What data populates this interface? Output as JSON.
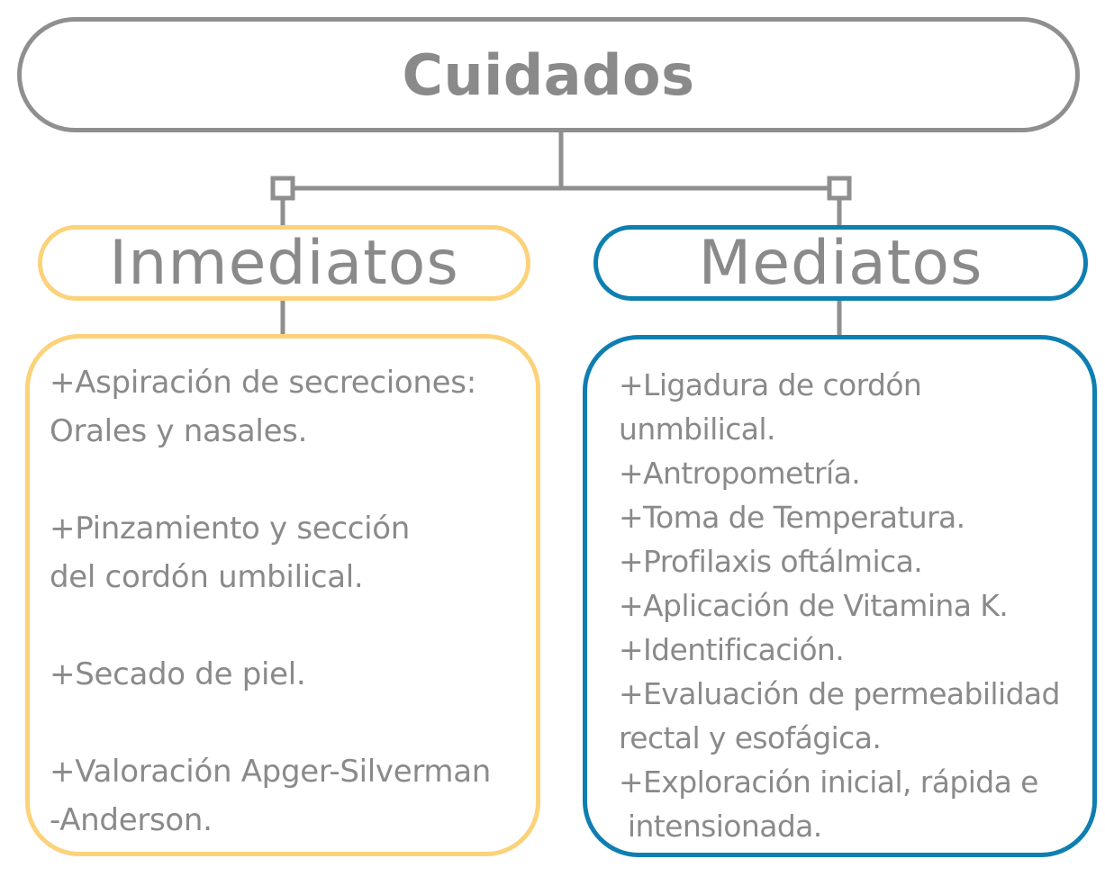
{
  "root": {
    "title": "Cuidados"
  },
  "left": {
    "header": "Inmediatos",
    "items": [
      {
        "lines": [
          "+Aspiración de secreciones:",
          "Orales y nasales."
        ]
      },
      {
        "lines": [
          "+Pinzamiento y sección",
          "del cordón umbilical."
        ]
      },
      {
        "lines": [
          "+Secado de piel."
        ]
      },
      {
        "lines": [
          "+Valoración Apger-Silverman",
          "-Anderson."
        ]
      }
    ]
  },
  "right": {
    "header": "Mediatos",
    "items": [
      {
        "lines": [
          "+Ligadura de cordón",
          "unmbilical."
        ]
      },
      {
        "lines": [
          "+Antropometría."
        ]
      },
      {
        "lines": [
          "+Toma de Temperatura."
        ]
      },
      {
        "lines": [
          "+Profilaxis oftálmica."
        ]
      },
      {
        "lines": [
          "+Aplicación de Vitamina K."
        ]
      },
      {
        "lines": [
          "+Identificación."
        ]
      },
      {
        "lines": [
          "+Evaluación de permeabilidad",
          "rectal y esofágica."
        ]
      },
      {
        "lines": [
          "+Exploración inicial, rápida e",
          " intensionada."
        ]
      }
    ]
  },
  "colors": {
    "connector": "#8f8f8f",
    "left_accent": "#fcd27a",
    "right_accent": "#0e7fb0",
    "text": "#8a8a8a"
  }
}
